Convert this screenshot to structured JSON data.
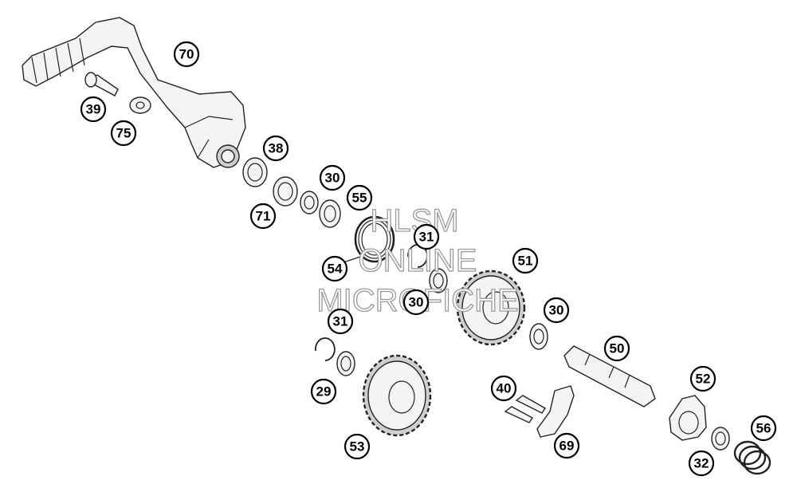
{
  "callouts": [
    {
      "id": "70"
    },
    {
      "id": "39"
    },
    {
      "id": "75"
    },
    {
      "id": "38"
    },
    {
      "id": "71"
    },
    {
      "id": "30"
    },
    {
      "id": "55"
    },
    {
      "id": "31"
    },
    {
      "id": "54"
    },
    {
      "id": "51"
    },
    {
      "id": "30"
    },
    {
      "id": "30"
    },
    {
      "id": "31"
    },
    {
      "id": "29"
    },
    {
      "id": "53"
    },
    {
      "id": "50"
    },
    {
      "id": "40"
    },
    {
      "id": "69"
    },
    {
      "id": "52"
    },
    {
      "id": "56"
    },
    {
      "id": "32"
    }
  ],
  "watermark": {
    "line1": "HLSM",
    "line2": "ONLINE",
    "line3": "MICROFICHE"
  }
}
